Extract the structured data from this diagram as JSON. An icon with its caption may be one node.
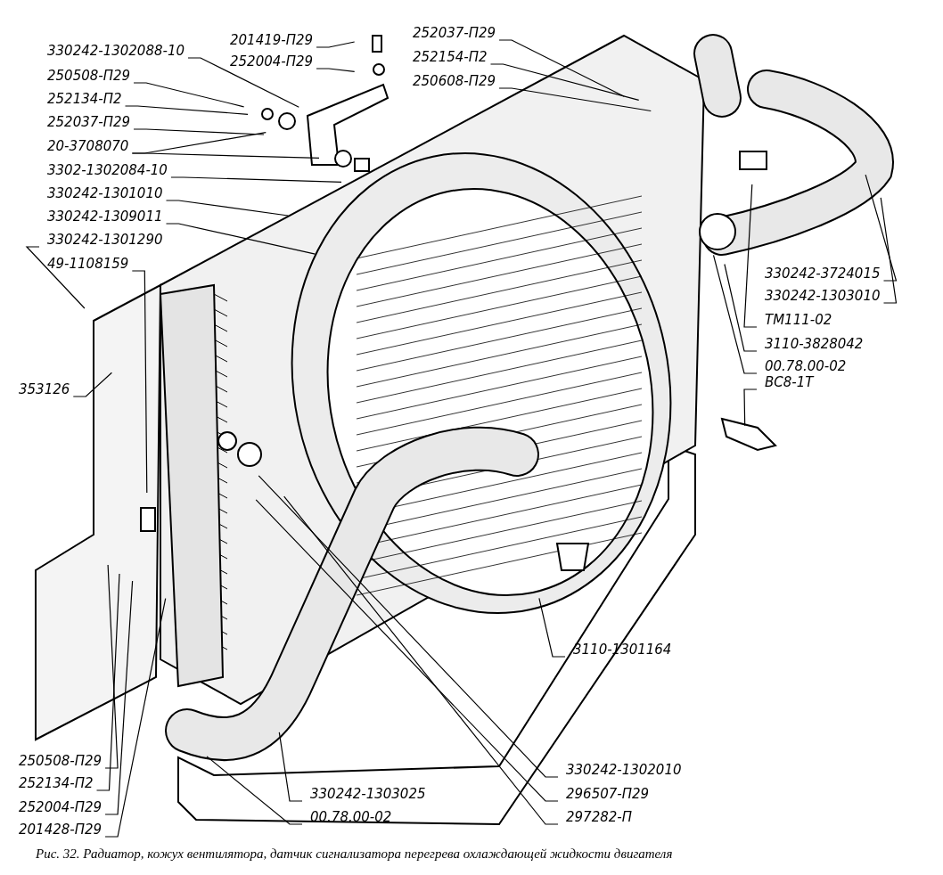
{
  "diagram": {
    "caption": "Рис. 32. Радиатор, кожух вентилятора, датчик сигнализатора перегрева охлаждающей жидкости двигателя",
    "nodes": [
      {
        "text": [
          "330242-1302088-10"
        ]
      },
      {
        "text": [
          "201419-П29"
        ]
      },
      {
        "text": [
          "252004-П29"
        ]
      },
      {
        "text": [
          "250508-П29"
        ]
      },
      {
        "text": [
          "252134-П2"
        ]
      },
      {
        "text": [
          "252037-П29"
        ]
      },
      {
        "text": [
          "20-3708070"
        ]
      },
      {
        "text": [
          "3302-1302084-10"
        ]
      },
      {
        "text": [
          "330242-1301010"
        ]
      },
      {
        "text": [
          "330242-1309011"
        ]
      },
      {
        "text": [
          "330242-1301290"
        ]
      },
      {
        "text": [
          "49-1108159"
        ]
      },
      {
        "text": [
          "353126"
        ]
      },
      {
        "text": [
          "252037-П29"
        ]
      },
      {
        "text": [
          "252154-П2"
        ]
      },
      {
        "text": [
          "250608-П29"
        ]
      },
      {
        "text": [
          "330242-3724015"
        ]
      },
      {
        "text": [
          "330242-1303010"
        ]
      },
      {
        "text": [
          "ТМ111-02"
        ]
      },
      {
        "text": [
          "3110-3828042"
        ]
      },
      {
        "text": [
          "00.78.00-02"
        ]
      },
      {
        "text": [
          "ВС8-1Т"
        ]
      },
      {
        "text": [
          "3110-1301164"
        ]
      },
      {
        "text": [
          "330242-1302010"
        ]
      },
      {
        "text": [
          "296507-П29"
        ]
      },
      {
        "text": [
          "297282-П"
        ]
      },
      {
        "text": [
          "250508-П29"
        ]
      },
      {
        "text": [
          "252134-П2"
        ]
      },
      {
        "text": [
          "252004-П29"
        ]
      },
      {
        "text": [
          "201428-П29"
        ]
      },
      {
        "text": [
          "330242-1303025"
        ]
      },
      {
        "text": [
          "00.78.00-02"
        ]
      }
    ],
    "edges": [
      {
        "from": 0,
        "to": null,
        "arrow": "none"
      },
      {
        "from": 1,
        "to": null,
        "arrow": "none"
      },
      {
        "from": 2,
        "to": null,
        "arrow": "none"
      },
      {
        "from": 3,
        "to": null,
        "arrow": "none"
      },
      {
        "from": 4,
        "to": null,
        "arrow": "none"
      },
      {
        "from": 5,
        "to": null,
        "arrow": "none"
      },
      {
        "from": 6,
        "to": null,
        "arrow": "none"
      },
      {
        "from": 6,
        "to": null,
        "arrow": "none"
      },
      {
        "from": 7,
        "to": null,
        "arrow": "none"
      },
      {
        "from": 8,
        "to": null,
        "arrow": "none"
      },
      {
        "from": 9,
        "to": null,
        "arrow": "none"
      },
      {
        "from": 10,
        "to": null,
        "arrow": "none"
      },
      {
        "from": 11,
        "to": null,
        "arrow": "none"
      },
      {
        "from": 12,
        "to": null,
        "arrow": "none"
      },
      {
        "from": 13,
        "to": null,
        "arrow": "none"
      },
      {
        "from": 14,
        "to": null,
        "arrow": "none"
      },
      {
        "from": 15,
        "to": null,
        "arrow": "none"
      },
      {
        "from": 16,
        "to": null,
        "arrow": "none"
      },
      {
        "from": 17,
        "to": null,
        "arrow": "none"
      },
      {
        "from": 18,
        "to": null,
        "arrow": "none"
      },
      {
        "from": 19,
        "to": null,
        "arrow": "none"
      },
      {
        "from": 20,
        "to": null,
        "arrow": "none"
      },
      {
        "from": 21,
        "to": null,
        "arrow": "none"
      },
      {
        "from": 22,
        "to": null,
        "arrow": "none"
      },
      {
        "from": 23,
        "to": null,
        "arrow": "none"
      },
      {
        "from": 24,
        "to": null,
        "arrow": "none"
      },
      {
        "from": 25,
        "to": null,
        "arrow": "none"
      },
      {
        "from": 26,
        "to": null,
        "arrow": "none"
      },
      {
        "from": 27,
        "to": null,
        "arrow": "none"
      },
      {
        "from": 28,
        "to": null,
        "arrow": "none"
      },
      {
        "from": 29,
        "to": null,
        "arrow": "none"
      },
      {
        "from": 30,
        "to": null,
        "arrow": "none"
      },
      {
        "from": 31,
        "to": null,
        "arrow": "none"
      }
    ]
  }
}
